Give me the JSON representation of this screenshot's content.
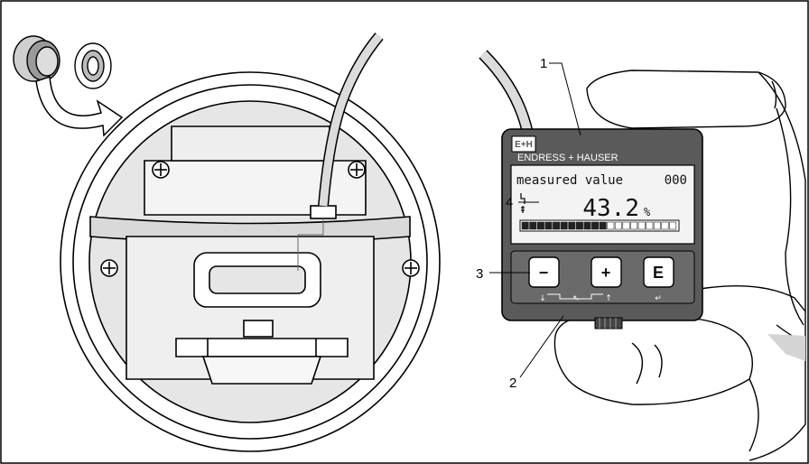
{
  "display": {
    "brand": "ENDRESS + HAUSER",
    "logo": "E+H",
    "line1_label": "measured value",
    "line1_code": "000",
    "main_value": "43.2",
    "unit": "%",
    "bargraph_fill": 0.55
  },
  "keys": [
    {
      "label": "−",
      "icon": "minus-key"
    },
    {
      "label": "+",
      "icon": "plus-key"
    },
    {
      "label": "E",
      "icon": "enter-key"
    }
  ],
  "key_hints": {
    "minus": "↓",
    "combo": "↖",
    "plus": "↑",
    "enter": "↵"
  },
  "callouts": [
    "1",
    "2",
    "3",
    "4"
  ]
}
